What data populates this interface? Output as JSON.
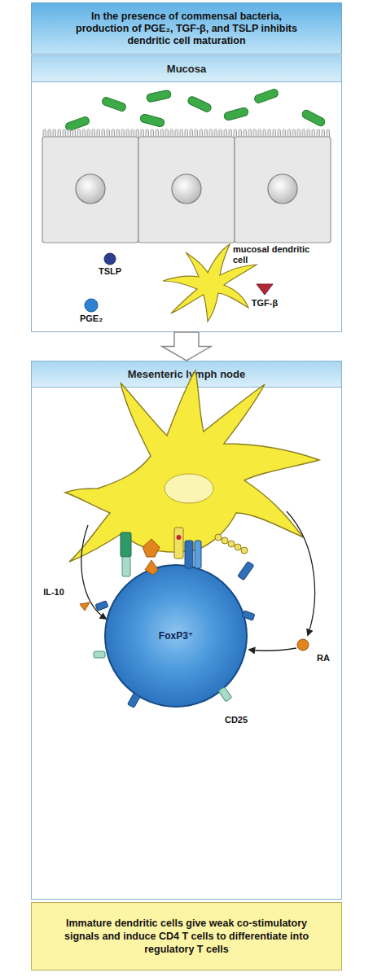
{
  "diagram": {
    "title": "In the presence of commensal bacteria, production of PGE₂, TGF-β, and TSLP inhibits dendritic cell maturation",
    "caption": "Immature dendritic cells give weak co-stimulatory signals and induce CD4 T cells to differentiate into regulatory T cells",
    "nodes": [
      {
        "text": [
          "Mucosa"
        ]
      },
      {
        "text": [
          "Mesenteric lymph node"
        ]
      },
      {
        "text": [
          "FoxP3⁺"
        ],
        "in": 1
      }
    ],
    "edges": [
      {
        "from": 0,
        "to": 1,
        "arrow": "to"
      }
    ],
    "labels": [
      "mucosal dendritic cell",
      "TSLP",
      "PGE₂",
      "TGF-β",
      "IL-10",
      "RA",
      "CD25"
    ]
  }
}
